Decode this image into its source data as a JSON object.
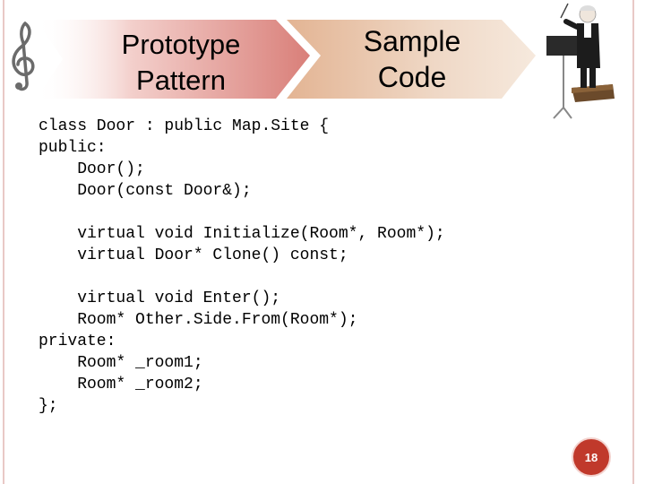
{
  "slide": {
    "banner": {
      "title_left": "Prototype Pattern",
      "title_left_line1": "Prototype",
      "title_left_line2": "Pattern",
      "title_right": "Sample Code",
      "title_right_line1": "Sample",
      "title_right_line2": "Code"
    },
    "icons": {
      "left": "treble-clef-icon",
      "right": "conductor-figure-icon"
    },
    "code_lines": [
      "class Door : public Map.Site {",
      "public:",
      "    Door();",
      "    Door(const Door&);",
      "",
      "    virtual void Initialize(Room*, Room*);",
      "    virtual Door* Clone() const;",
      "",
      "    virtual void Enter();",
      "    Room* Other.Side.From(Room*);",
      "private:",
      "    Room* _room1;",
      "    Room* _room2;",
      "};"
    ],
    "page_number": "18",
    "colors": {
      "banner_left": "#d88a85",
      "banner_right": "#e7c2a6",
      "badge": "#c0392b"
    }
  }
}
